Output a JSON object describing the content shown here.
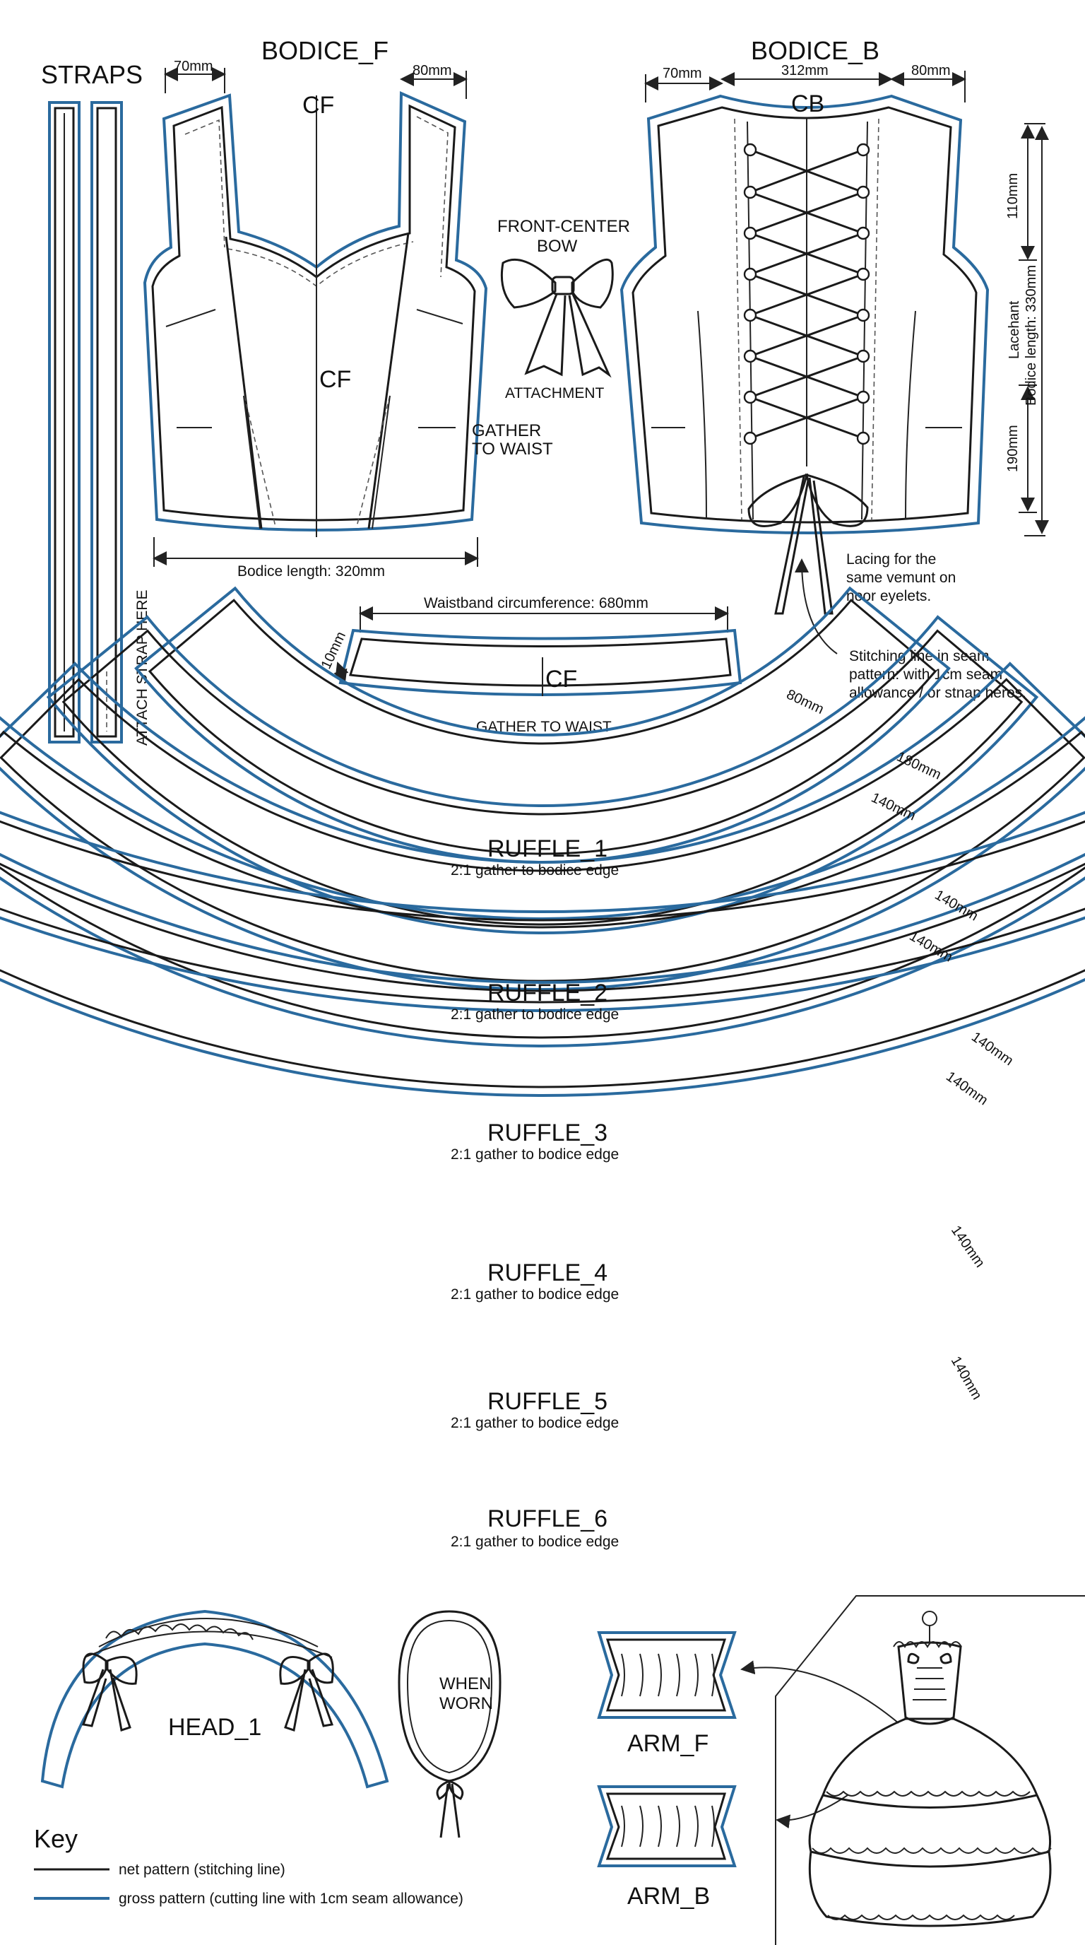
{
  "straps": {
    "title": "STRAPS",
    "note": "ATTACH STRAP HERE"
  },
  "bodice_front": {
    "title": "BODICE_F",
    "dim_left": "70mm",
    "dim_right": "80mm",
    "cf_top": "CF",
    "cf_mid": "CF",
    "gather": "GATHER",
    "gather2": "TO WAIST",
    "length": "Bodice length: 320mm"
  },
  "bow": {
    "line1": "FRONT-CENTER",
    "line2": "BOW",
    "attachment": "ATTACHMENT"
  },
  "bodice_back": {
    "title": "BODICE_B",
    "dim_left": "70mm",
    "dim_mid": "312mm",
    "dim_right": "80mm",
    "cb": "CB",
    "dim_110": "110mm",
    "lacehant": "Lacehant",
    "length": "Bodice length: 330mm",
    "dim_190": "190mm",
    "note_line1": "Lacing for the",
    "note_line2": "same vemunt on",
    "note_line3": "noor eyelets.",
    "stitch_line1": "Stitching line in seam",
    "stitch_line2": "pattern: with 1cm seam",
    "stitch_line3": "allowance / or stnap heres."
  },
  "waistband": {
    "circumference": "Waistband circumference: 680mm",
    "height": "10mm",
    "cf": "CF",
    "gather": "GATHER TO WAIST"
  },
  "ruffles": [
    {
      "name": "RUFFLE_1",
      "note": "2:1 gather to bodice edge",
      "dim_outer": "80mm",
      "dim_a": "180mm",
      "dim_b": "140mm"
    },
    {
      "name": "RUFFLE_2",
      "note": "2:1 gather to bodice edge",
      "dim_a": "140mm",
      "dim_b": "140mm"
    },
    {
      "name": "RUFFLE_3",
      "note": "2:1 gather to bodice edge",
      "dim_a": "140mm",
      "dim_b": "140mm"
    },
    {
      "name": "RUFFLE_4",
      "note": "2:1 gather to bodice edge",
      "dim_b": "140mm"
    },
    {
      "name": "RUFFLE_5",
      "note": "2:1 gather to bodice edge",
      "dim_b": "140mm"
    },
    {
      "name": "RUFFLE_6",
      "note": "2:1 gather to bodice edge"
    }
  ],
  "headpiece": {
    "label": "HEAD_1"
  },
  "bonnet": {
    "line1": "WHEN",
    "line2": "WORN"
  },
  "arm_front": {
    "label": "ARM_F"
  },
  "arm_back": {
    "label": "ARM_B"
  },
  "key": {
    "title": "Key",
    "net": "net pattern (stitching line)",
    "gross": "gross pattern (cutting line with 1cm seam allowance)"
  },
  "colors": {
    "net": "#1a1a1a",
    "gross": "#2a6a9e"
  }
}
